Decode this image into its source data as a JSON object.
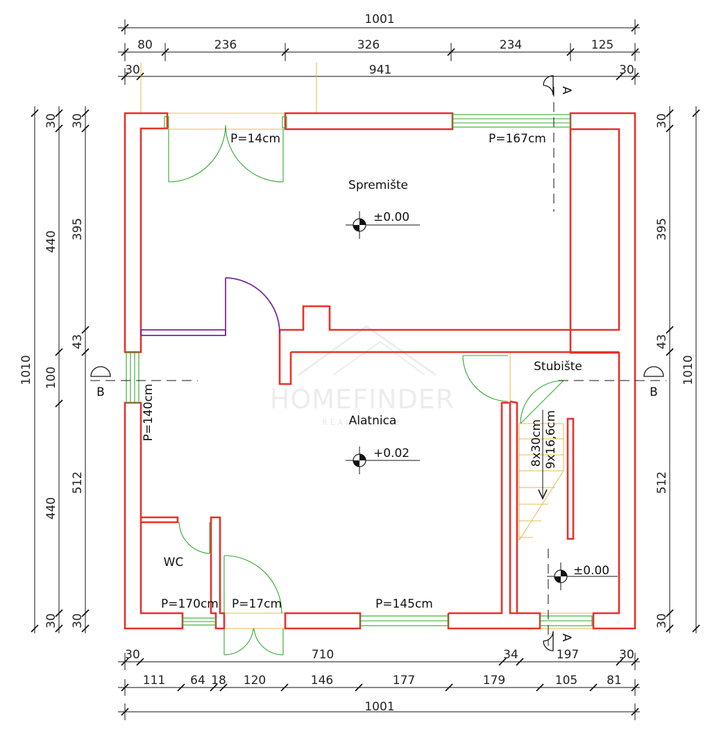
{
  "dimensions": {
    "top_total": "1001",
    "top_segments": [
      "80",
      "236",
      "326",
      "234",
      "125"
    ],
    "top_inner_left": "30",
    "top_inner_mid": "941",
    "top_inner_right": "30",
    "bottom_inner_left": "30",
    "bottom_inner_mid": "710",
    "bottom_inner_34": "34",
    "bottom_inner_197": "197",
    "bottom_inner_right": "30",
    "bottom_segments": [
      "111",
      "64",
      "18",
      "120",
      "146",
      "177",
      "179",
      "105",
      "81"
    ],
    "bottom_total": "1001",
    "left_total": "1010",
    "left_outer": [
      "30",
      "440",
      "100",
      "440",
      "30"
    ],
    "left_inner": [
      "30",
      "395",
      "43",
      "512",
      "30"
    ],
    "right_total": "1010",
    "right_inner": [
      "30",
      "395",
      "43",
      "512",
      "30"
    ]
  },
  "rooms": {
    "storage": "Spremište",
    "workshop": "Alatnica",
    "stairs": "Stubište",
    "wc": "WC"
  },
  "levels": {
    "storage": "±0.00",
    "workshop": "+0.02",
    "stairs": "±0.00"
  },
  "openings": {
    "door_top": "P=14cm",
    "window_top": "P=167cm",
    "window_left": "P=140cm",
    "window_wc": "P=170cm",
    "door_bottom": "P=17cm",
    "window_bottom": "P=145cm"
  },
  "stair_spec": {
    "treads": "8x30cm",
    "risers": "9x16,6cm"
  },
  "section_marks": {
    "a": "A",
    "b": "B"
  },
  "watermark": {
    "brand": "HOMEFINDER",
    "sub": "REAL ESTATE"
  },
  "colors": {
    "wall": "#e8302a",
    "opening": "#2ea82e",
    "door_inner": "#7a2a9a",
    "helper": "#e8b84a"
  }
}
